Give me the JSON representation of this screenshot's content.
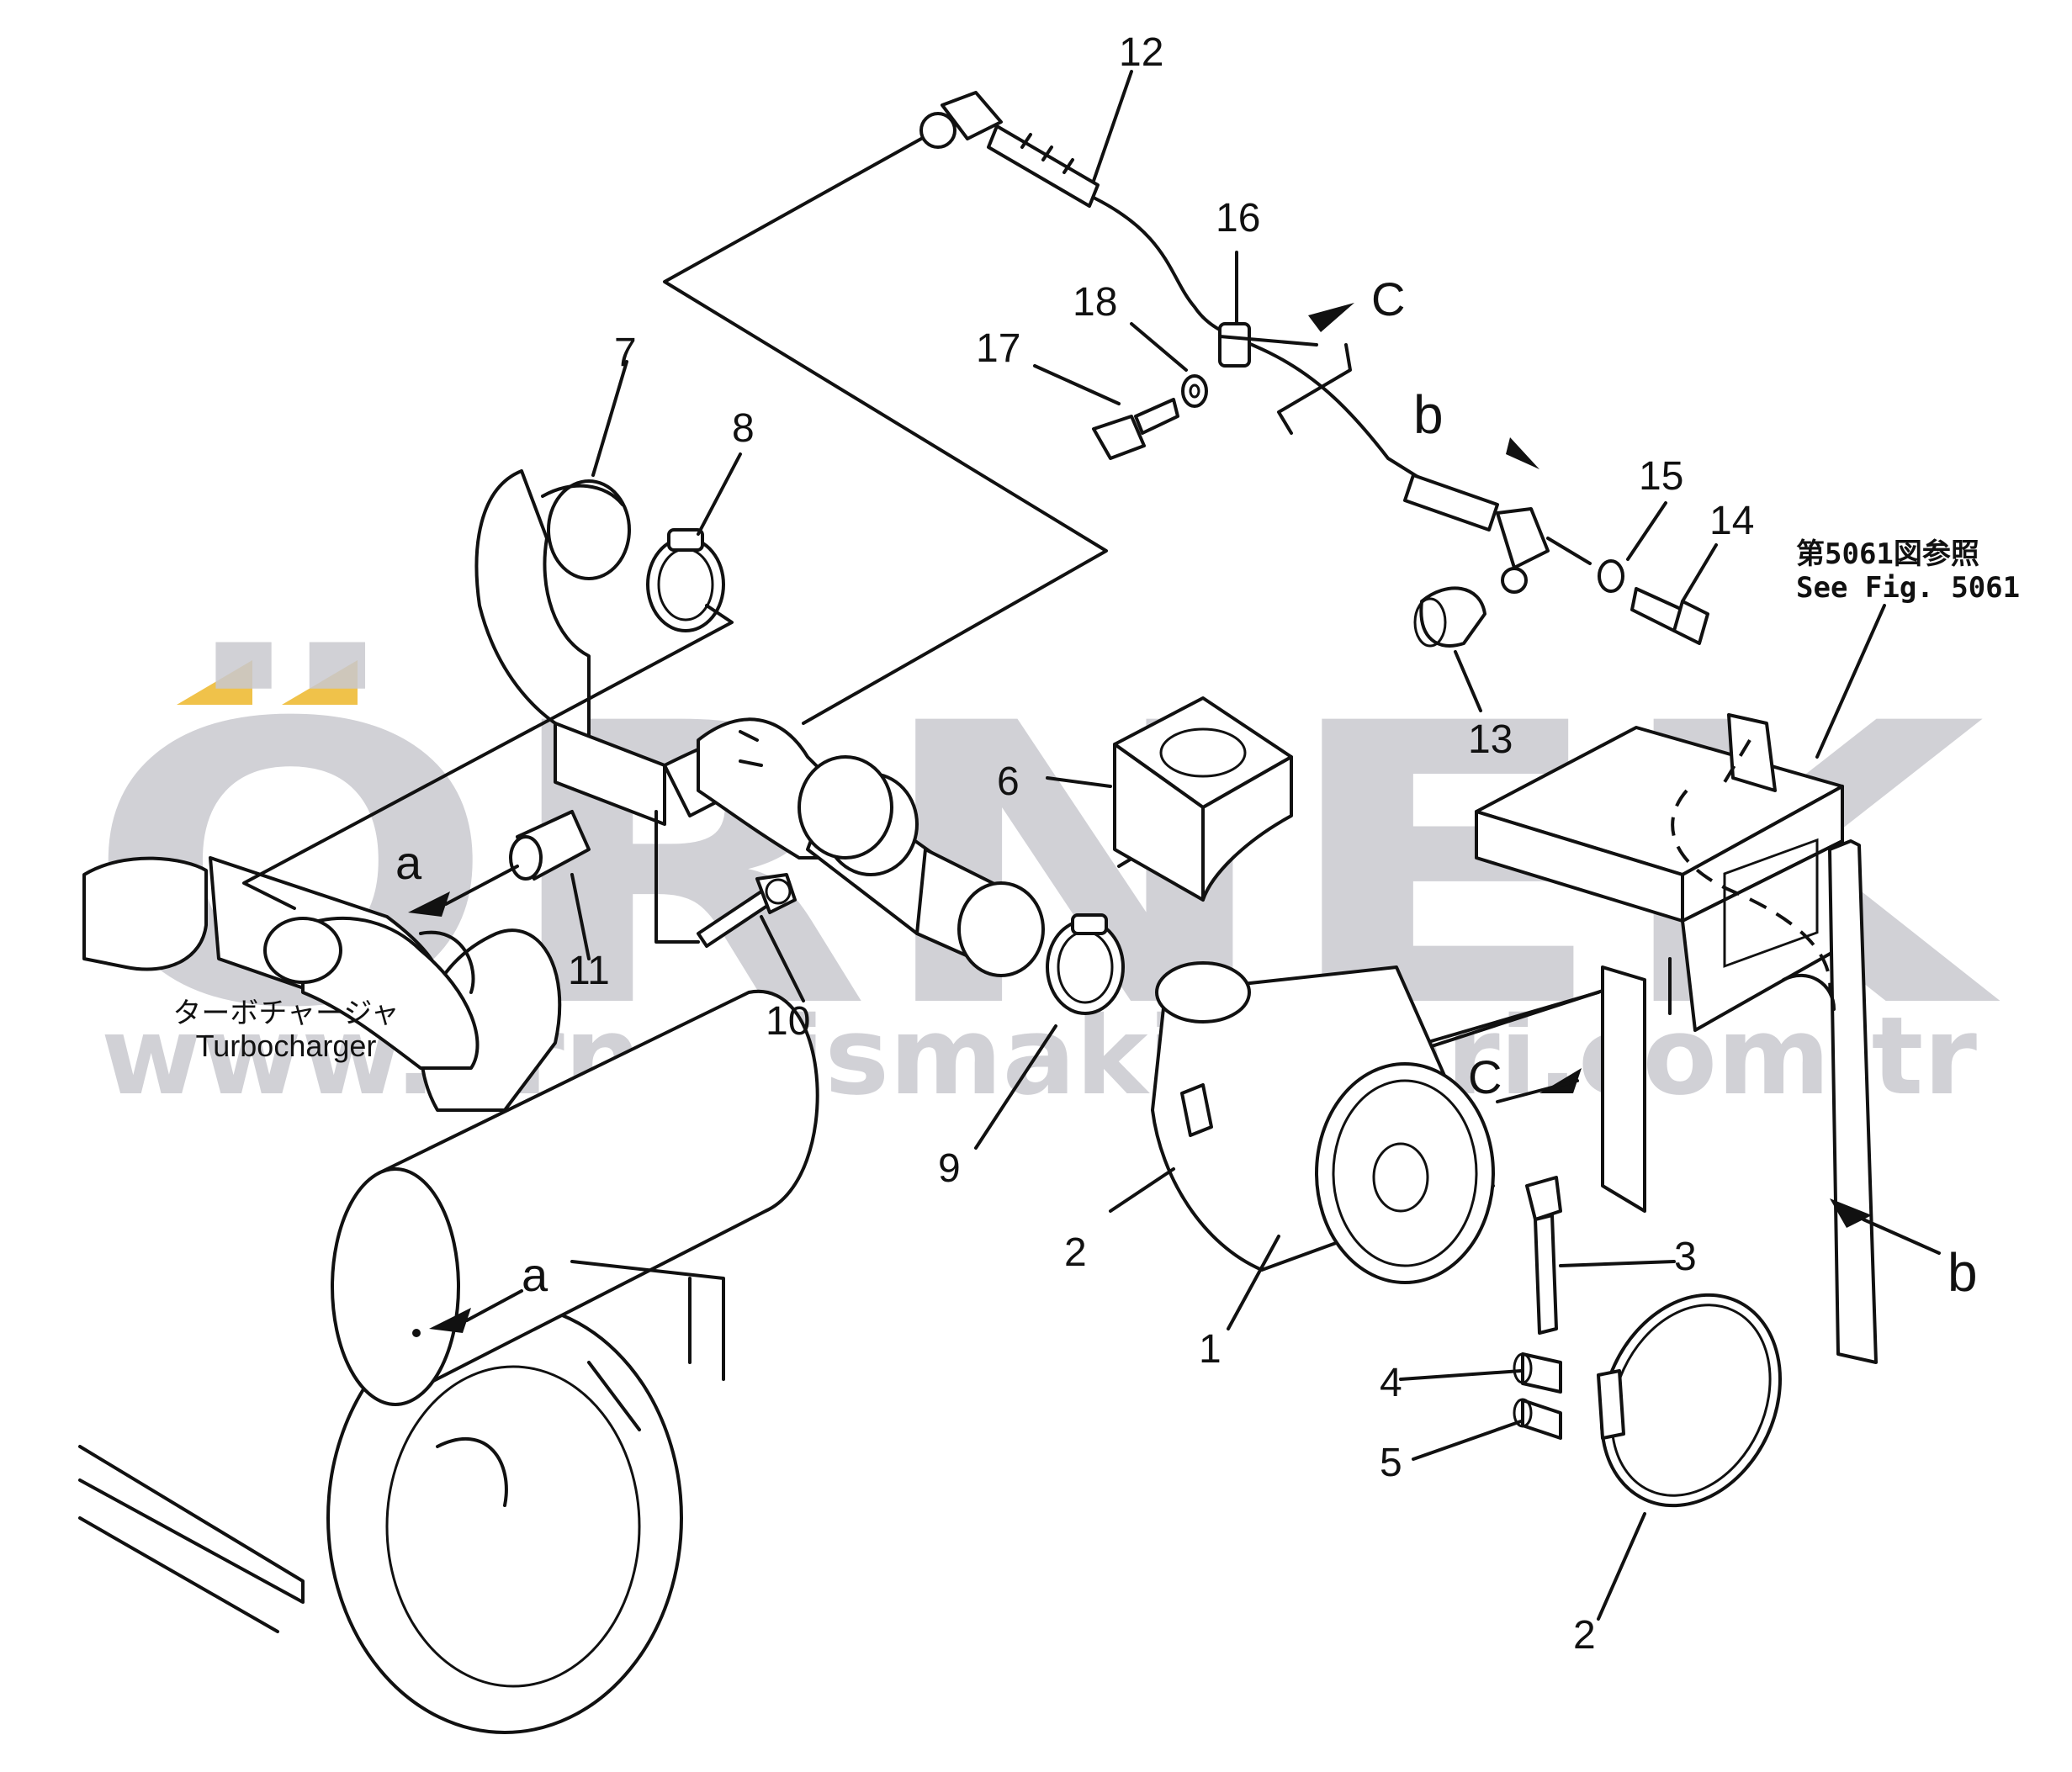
{
  "watermark": {
    "brand": "ÖRNEK",
    "url": "www.ornekismakinalari.com.tr",
    "text_color": "#c9c9cf",
    "accent_color": "#f0c24a"
  },
  "turbocharger": {
    "label_jp": "ターボチャージャ",
    "label_en": "Turbocharger"
  },
  "reference": {
    "label_jp": "第5061図参照",
    "label_en": "See  Fig. 5061"
  },
  "callouts": [
    "12",
    "16",
    "C",
    "18",
    "17",
    "b",
    "15",
    "14",
    "7",
    "8",
    "13",
    "6",
    "a",
    "11",
    "10",
    "9",
    "C",
    "2",
    "3",
    "1",
    "b",
    "4",
    "5",
    "2",
    "a"
  ]
}
